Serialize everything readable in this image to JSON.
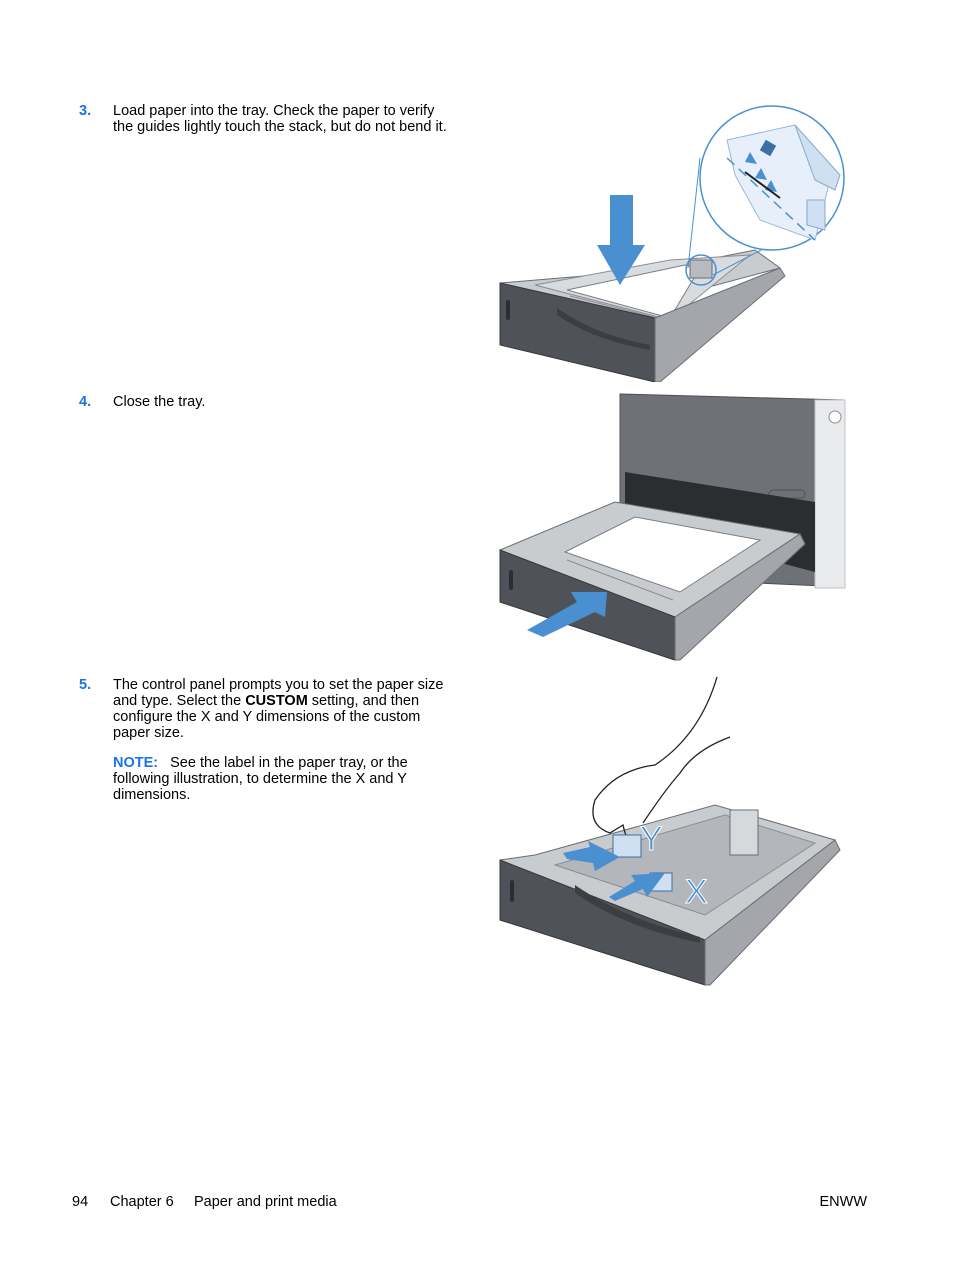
{
  "steps": [
    {
      "number": "3.",
      "text": "Load paper into the tray. Check the paper to verify the guides lightly touch the stack, but do not bend it."
    },
    {
      "number": "4.",
      "text": "Close the tray."
    },
    {
      "number": "5.",
      "text_before": "The control panel prompts you to set the paper size and type. Select the ",
      "text_bold": "CUSTOM",
      "text_after": " setting, and then configure the X and Y dimensions of the custom paper size."
    }
  ],
  "note": {
    "label": "NOTE:",
    "text": "See the label in the paper tray, or the following illustration, to determine the X and Y dimensions."
  },
  "illustration_labels": {
    "x": "X",
    "y": "Y"
  },
  "footer": {
    "page_number": "94",
    "chapter": "Chapter 6",
    "section": "Paper and print media",
    "right": "ENWW"
  },
  "colors": {
    "accent": "#1a73e8",
    "arrow": "#4a90d0",
    "tray_dark": "#4f5258",
    "tray_light": "#c9cccf"
  }
}
